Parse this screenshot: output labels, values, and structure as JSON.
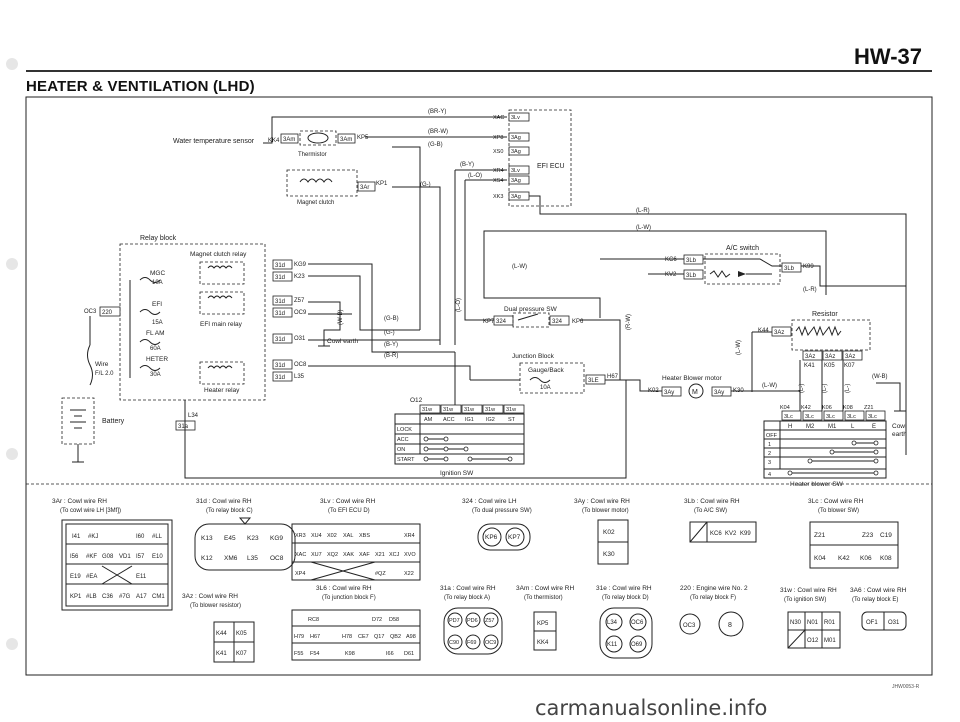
{
  "header": {
    "page_number": "HW-37",
    "title": "HEATER & VENTILATION (LHD)"
  },
  "footer": {
    "watermark": "carmanualsonline.info",
    "code": "JHW0053-R"
  },
  "colors": {
    "ink": "#222222",
    "rule": "#333333",
    "paper": "#ffffff"
  },
  "components": {
    "water_temp_sensor": "Water temperature sensor",
    "thermistor": "Thermistor",
    "magnet_clutch": "Magnet clutch",
    "efi_ecu": "EFI ECU",
    "relay_block": "Relay block",
    "magnet_clutch_relay": "Magnet clutch relay",
    "efi_main_relay": "EFI main relay",
    "heater_relay": "Heater relay",
    "cowl_earth": "Cowl earth",
    "dual_pressure_sw": "Dual pressure SW",
    "junction_block": "Junction Block",
    "gauge_back": "Gauge/Back",
    "jb_fuse": "10A",
    "ac_switch": "A/C switch",
    "resistor": "Resistor",
    "heater_blower_motor": "Heater Blower motor",
    "motor_symbol": "M",
    "heater_blower_sw": "Heater blower SW",
    "ignition_sw": "Ignition SW",
    "battery": "Battery",
    "wire_label": "Wire",
    "wire_size": "F/L 2.0",
    "cowl_earth_right": "Cowl",
    "cowl_earth_right2": "earth"
  },
  "fuses": [
    {
      "name": "MGC",
      "rating": "10A"
    },
    {
      "name": "EFI",
      "rating": "15A"
    },
    {
      "name": "FL AM",
      "rating": "60A"
    },
    {
      "name": "HETER",
      "rating": "30A"
    }
  ],
  "wires": {
    "br_y": "(BR-Y)",
    "br_w": "(BR-W)",
    "g_b": "(G-B)",
    "b_y": "(B-Y)",
    "l_o": "(L-O)",
    "g": "(G-)",
    "l_r": "(L-R)",
    "l_w": "(L-W)",
    "g_b2": "(G-B)",
    "g2": "(G-)",
    "b_y2": "(B-Y)",
    "b_r": "(B-R)",
    "w_b": "(W-B)",
    "r_w": "(R-W)",
    "l_o2": "(L-O)",
    "l_w2": "(L-W)",
    "l_r2": "(L-R)",
    "w_b2": "(W-B)",
    "l_w3": "(L-W)",
    "l": "(L-)"
  },
  "terminals": {
    "kk4": "KK4",
    "kp5": "KP5",
    "kp1": "KP1",
    "xac": "XAC",
    "xp8": "XP8",
    "xs0": "XS0",
    "xr4": "XR4",
    "xs4": "XS4",
    "xk3": "XK3",
    "oc3": "OC3",
    "kg9": "KG9",
    "k23": "K23",
    "z57": "Z57",
    "oc9": "OC9",
    "o31": "O31",
    "oc8": "OC8",
    "l35": "L35",
    "l34": "L34",
    "o12": "O12",
    "kp7": "KP7",
    "kp6": "KP6",
    "h67": "H67",
    "kc6": "KC6",
    "kv2": "KV2",
    "k99": "K99",
    "k44": "K44",
    "k41": "K41",
    "k05": "K05",
    "k07": "K07",
    "k02": "K02",
    "k30": "K30",
    "k04": "K04",
    "k42": "K42",
    "k06": "K06",
    "k08": "K08",
    "z21": "Z21"
  },
  "connectors": {
    "c3am": "3Am",
    "c3ar": "3Ar",
    "c3lv": "3Lv",
    "c3ag": "3Ag",
    "c31d": "31d",
    "c220": "220",
    "c31a": "31a",
    "c324": "324",
    "c3le": "3LE",
    "c3lb": "3Lb",
    "c3ay": "3Ay",
    "c3az": "3Az",
    "c3lc": "3Lc",
    "c31w": "31w"
  },
  "ignition_table": {
    "headers": [
      "AM",
      "ACC",
      "IG1",
      "IG2",
      "ST"
    ],
    "rows": [
      "LOCK",
      "ACC",
      "ON",
      "START"
    ]
  },
  "blower_table": {
    "headers": [
      "H",
      "M2",
      "M1",
      "L",
      "E"
    ],
    "rows": [
      "OFF",
      "1",
      "2",
      "3",
      "4"
    ]
  },
  "connector_captions": [
    {
      "title": "3Ar : Cowl wire RH",
      "sub": "(To cowl wire LH [3Mf])"
    },
    {
      "title": "31d : Cowl wire RH",
      "sub": "(To relay block C)"
    },
    {
      "title": "3Lv : Cowl wire RH",
      "sub": "(To EFI ECU D)"
    },
    {
      "title": "324 : Cowl wire LH",
      "sub": "(To dual pressure SW)"
    },
    {
      "title": "3Ay : Cowl wire RH",
      "sub": "(To blower motor)"
    },
    {
      "title": "3Lb : Cowl wire RH",
      "sub": "(To A/C SW)"
    },
    {
      "title": "3Lc : Cowl wire RH",
      "sub": "(To blower SW)"
    },
    {
      "title": "3Az : Cowl wire RH",
      "sub": "(To blower resistor)"
    },
    {
      "title": "3L6 : Cowl wire RH",
      "sub": "(To junction block F)"
    },
    {
      "title": "31a : Cowl wire RH",
      "sub": "(To relay block A)"
    },
    {
      "title": "3Am : Cowl wire RH",
      "sub": "(To thermistor)"
    },
    {
      "title": "31e : Cowl wire RH",
      "sub": "(To relay block D)"
    },
    {
      "title": "220 : Engine wire No. 2",
      "sub": "(To relay block F)"
    },
    {
      "title": "31w : Cowl wire RH",
      "sub": "(To ignition SW)"
    },
    {
      "title": "3A6 : Cowl wire RH",
      "sub": "(To relay block E)"
    }
  ],
  "pins": {
    "p3ar_r1": [
      "I41",
      "#KJ",
      "",
      "I60",
      "#LL"
    ],
    "p3ar_r2": [
      "I56",
      "#KF",
      "G08",
      "VD1",
      "I57",
      "E10"
    ],
    "p3ar_r3": [
      "E19",
      "#EA",
      "",
      "",
      "E11",
      ""
    ],
    "p3ar_r4": [
      "KP1",
      "#LB",
      "C36",
      "#7G",
      "A17",
      "CM1"
    ],
    "p31d_r1": [
      "K13",
      "E45",
      "K23",
      "KG9"
    ],
    "p31d_r2": [
      "K12",
      "XM6",
      "L35",
      "OC8"
    ],
    "p3lv_r1": [
      "XR3",
      "XU4",
      "X02",
      "XAL",
      "XBS",
      "",
      "",
      "XR4"
    ],
    "p3lv_r2": [
      "XAC",
      "XU7",
      "XQ2",
      "XAK",
      "XAF",
      "X21",
      "XCJ",
      "XVO"
    ],
    "p3lv_r3": [
      "XP4",
      "",
      "",
      "",
      "",
      "#QZ",
      "",
      "X22"
    ],
    "p324": [
      "KP6",
      "KP7"
    ],
    "p3ay": [
      "K02",
      "K30"
    ],
    "p3lb": [
      "",
      "KC6",
      "KV2",
      "K99"
    ],
    "p3lc_r1": [
      "Z21",
      "",
      "",
      "Z23",
      "C19"
    ],
    "p3lc_r2": [
      "K04",
      "K42",
      "K06",
      "K08"
    ],
    "p3az_r1": [
      "K44",
      "K05"
    ],
    "p3az_r2": [
      "K41",
      "K07"
    ],
    "p3l6_r1": [
      "RC8",
      "",
      "D72",
      "D58"
    ],
    "p3l6_r2": [
      "H79",
      "H67",
      "",
      "H78",
      "CE7",
      "Q17",
      "QB2",
      "A98"
    ],
    "p3l6_r3": [
      "F55",
      "F54",
      "K98",
      "",
      "I66",
      "D61"
    ],
    "p31a_r1": [
      "PD7",
      "PD6",
      "Z57"
    ],
    "p31a_r2": [
      "C90",
      "F69",
      "OC9"
    ],
    "p3am": [
      "KP5",
      "KK4"
    ],
    "p31e": [
      "L34",
      "OC6",
      "K11",
      "O69"
    ],
    "p220": [
      "OC3",
      "8"
    ],
    "p31w_r1": [
      "N30",
      "N01",
      "R01"
    ],
    "p31w_r2": [
      "",
      "O12",
      "M01"
    ],
    "p3a6": [
      "OF1",
      "O31"
    ]
  }
}
